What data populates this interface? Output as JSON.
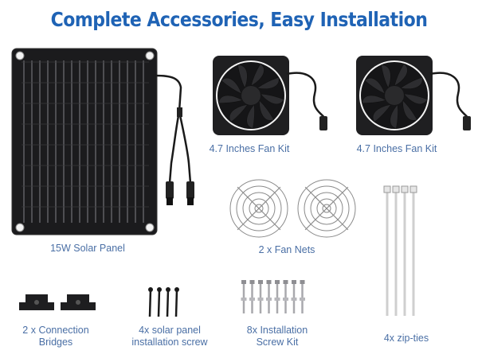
{
  "title": "Complete Accessories, Easy Installation",
  "items": [
    {
      "label": "15W Solar Panel",
      "icon": "solar-panel"
    },
    {
      "label": "4.7 Inches Fan Kit",
      "icon": "fan"
    },
    {
      "label": "4.7 Inches Fan Kit",
      "icon": "fan"
    },
    {
      "label": "2 x Fan Nets",
      "icon": "fan-net"
    },
    {
      "label": "4x zip-ties",
      "icon": "zip-tie"
    },
    {
      "label_line1": "2 x Connection",
      "label_line2": "Bridges",
      "icon": "bracket"
    },
    {
      "label_line1": "4x solar panel",
      "label_line2": "installation screw",
      "icon": "screw"
    },
    {
      "label_line1": "8x Installation",
      "label_line2": "Screw Kit",
      "icon": "bolt"
    }
  ],
  "colors": {
    "title": "#1f63b5",
    "label": "#4a6fa5",
    "panel": "#1c1c1e",
    "cell_line": "#6d6d72"
  }
}
